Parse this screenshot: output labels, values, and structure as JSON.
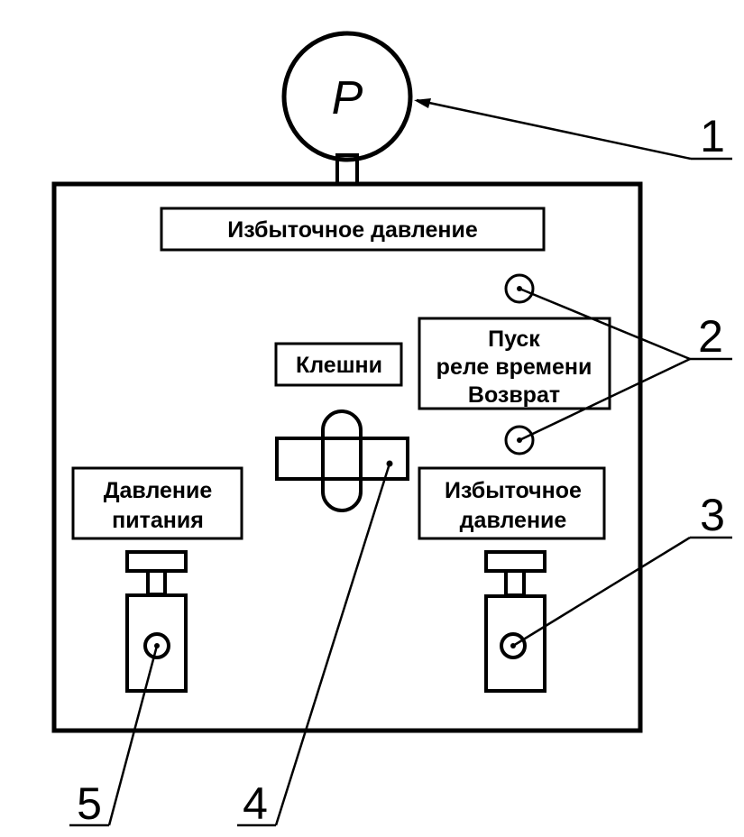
{
  "diagram": {
    "type": "control panel schematic",
    "colors": {
      "ink": "#000000",
      "background": "#ffffff"
    },
    "gauge": {
      "symbol": "P",
      "icon": "pressure-gauge-icon"
    },
    "labels": {
      "top_excess_pressure": "Избыточное давление",
      "clamps": "Клешни",
      "timer_box": [
        "Пуск",
        "реле времени",
        "Возврат"
      ],
      "supply_pressure": [
        "Давление",
        "питания"
      ],
      "excess_pressure_lower": [
        "Избыточное",
        "давление"
      ]
    },
    "callouts": [
      {
        "number": "1",
        "target": "pressure gauge"
      },
      {
        "number": "2",
        "target": "indicator lamps (start / return)"
      },
      {
        "number": "3",
        "target": "excess pressure regulator"
      },
      {
        "number": "4",
        "target": "clamps toggle switch"
      },
      {
        "number": "5",
        "target": "supply pressure regulator"
      }
    ]
  }
}
